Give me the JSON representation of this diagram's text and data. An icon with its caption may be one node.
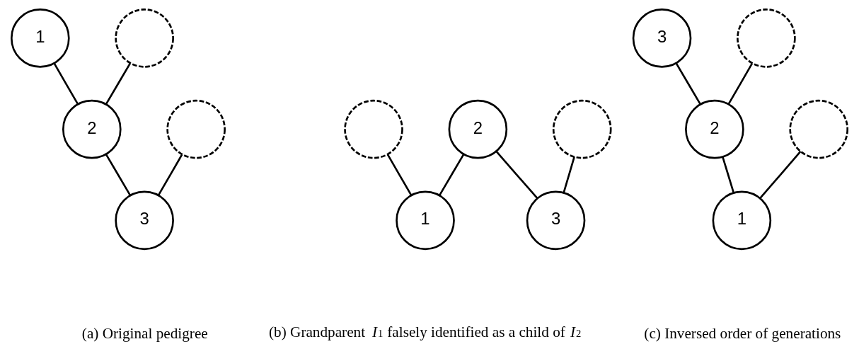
{
  "diagram": {
    "nodes": [
      {
        "text": [
          "1"
        ]
      },
      {
        "text": [],
        "shape": "circle"
      },
      {
        "text": [
          "2"
        ]
      },
      {
        "text": [],
        "shape": "circle"
      },
      {
        "text": [
          "3"
        ]
      },
      {
        "text": [],
        "shape": "circle"
      },
      {
        "text": [
          "2"
        ]
      },
      {
        "text": [],
        "shape": "circle"
      },
      {
        "text": [
          "1"
        ]
      },
      {
        "text": [
          "3"
        ]
      },
      {
        "text": [
          "3"
        ]
      },
      {
        "text": [],
        "shape": "circle"
      },
      {
        "text": [
          "2"
        ]
      },
      {
        "text": [],
        "shape": "circle"
      },
      {
        "text": [
          "1"
        ]
      }
    ],
    "edges": [
      {
        "from": 0,
        "to": 2,
        "arrow": "none"
      },
      {
        "from": 1,
        "to": 2,
        "arrow": "none"
      },
      {
        "from": 2,
        "to": 4,
        "arrow": "none"
      },
      {
        "from": 3,
        "to": 4,
        "arrow": "none"
      },
      {
        "from": 5,
        "to": 8,
        "arrow": "none"
      },
      {
        "from": 6,
        "to": 8,
        "arrow": "none"
      },
      {
        "from": 6,
        "to": 9,
        "arrow": "none"
      },
      {
        "from": 7,
        "to": 9,
        "arrow": "none"
      },
      {
        "from": 10,
        "to": 12,
        "arrow": "none"
      },
      {
        "from": 11,
        "to": 12,
        "arrow": "none"
      },
      {
        "from": 12,
        "to": 14,
        "arrow": "none"
      },
      {
        "from": 13,
        "to": 14,
        "arrow": "none"
      }
    ],
    "labels": [
      "(a) Original pedigree",
      "(b) Grandparent *I*$_{1}$ falsely identified as a child of *I*$_{2}$",
      "(c) Inversed order of generations"
    ]
  }
}
